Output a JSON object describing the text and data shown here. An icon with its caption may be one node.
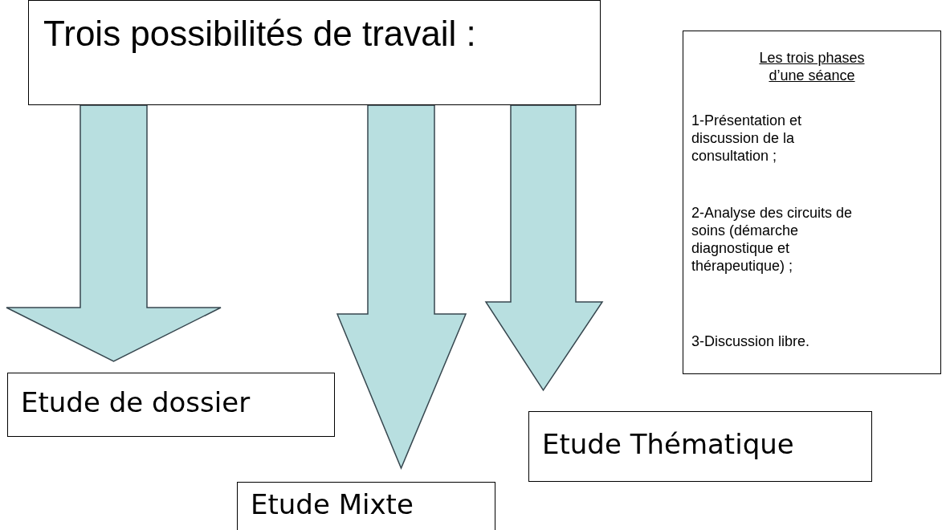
{
  "diagram": {
    "nodes": [
      {
        "text": [
          "Trois possibilités de travail :"
        ]
      },
      {
        "text": [
          "Etude de dossier"
        ]
      },
      {
        "text": [
          "Etude Mixte"
        ]
      },
      {
        "text": [
          "Etude Thématique"
        ]
      },
      {
        "text": [
          "Les trois phases d’une séance",
          "1-Présentation et discussion de la consultation ;",
          "2-Analyse des circuits de soins (démarche diagnostique et thérapeutique) ;",
          "3-Discussion libre."
        ]
      }
    ],
    "edges": [
      {
        "from": 0,
        "to": 1,
        "arrow": "to",
        "style": "thick"
      },
      {
        "from": 0,
        "to": 2,
        "arrow": "to",
        "style": "thick"
      },
      {
        "from": 0,
        "to": 3,
        "arrow": "to",
        "style": "thick"
      }
    ]
  }
}
